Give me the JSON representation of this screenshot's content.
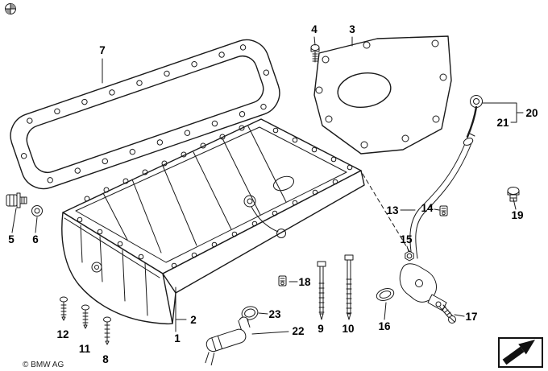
{
  "branding": {
    "copyright": "© BMW AG"
  },
  "colors": {
    "background": "#ffffff",
    "line": "#1a1a1a"
  },
  "callouts": {
    "1": "1",
    "2": "2",
    "3": "3",
    "4": "4",
    "5": "5",
    "6": "6",
    "7": "7",
    "8": "8",
    "9": "9",
    "10": "10",
    "11": "11",
    "12": "12",
    "13": "13",
    "14": "14",
    "15": "15",
    "16": "16",
    "17": "17",
    "18": "18",
    "19": "19",
    "20": "20",
    "21": "21",
    "22": "22",
    "23": "23"
  }
}
